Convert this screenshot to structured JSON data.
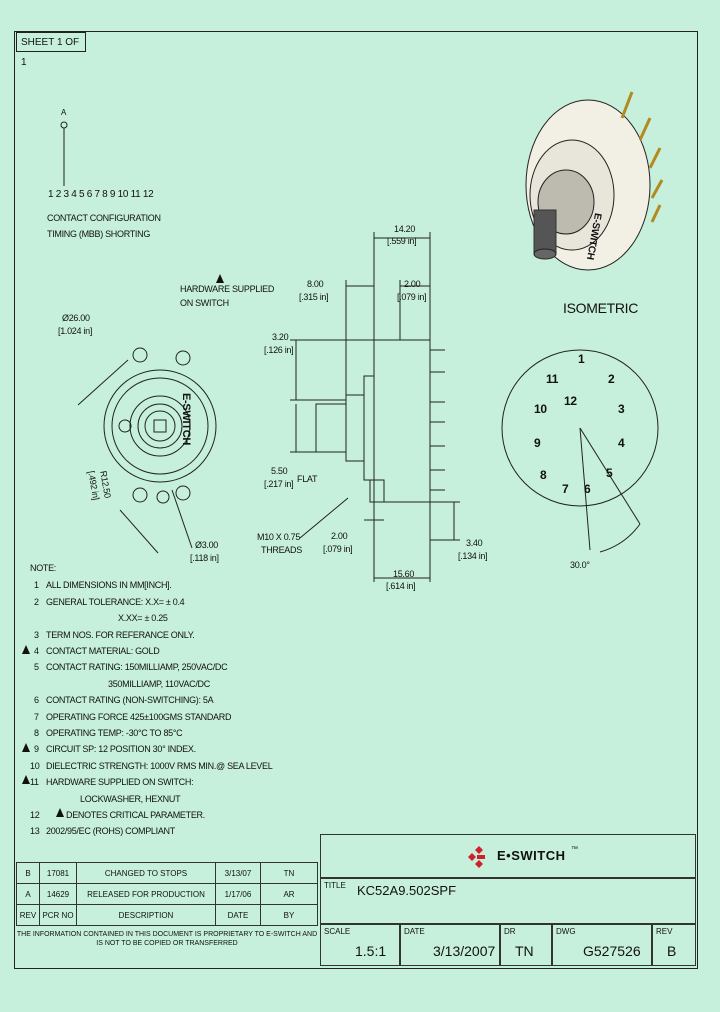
{
  "sheet": "SHEET 1 OF 1",
  "contact_config": {
    "marker": "A",
    "pins": "1 2 3 4 5 6 7 8 9 10 11 12",
    "line1": "CONTACT CONFIGURATION",
    "line2": "TIMING (MBB) SHORTING"
  },
  "front_view": {
    "diameter": "Ø26.00",
    "diameter_in": "[1.024 in]",
    "radius": "R12.50",
    "radius_in": "[.492 in]",
    "hole": "Ø3.00",
    "hole_in": "[.118 in]",
    "hw_note_1": "HARDWARE SUPPLIED",
    "hw_note_2": "ON SWITCH",
    "logo_text": "E-SWITCH"
  },
  "side_view": {
    "d1": "14.20",
    "d1_in": "[.559 in]",
    "d2": "8.00",
    "d2_in": "[.315 in]",
    "d3": "2.00",
    "d3_in": "[.079 in]",
    "d4": "3.20",
    "d4_in": "[.126 in]",
    "d5": "5.50",
    "d5_in": "[.217 in]",
    "d5_note": "FLAT",
    "thread1": "M10 X 0.75",
    "thread2": "THREADS",
    "d6": "2.00",
    "d6_in": "[.079 in]",
    "d7": "15.60",
    "d7_in": "[.614 in]",
    "d8": "3.40",
    "d8_in": "[.134 in]"
  },
  "isometric": "ISOMETRIC",
  "pin_labels": [
    "1",
    "2",
    "3",
    "4",
    "5",
    "6",
    "7",
    "8",
    "9",
    "10",
    "11",
    "12"
  ],
  "angle": "30.0°",
  "notes": {
    "title": "NOTE:",
    "items": [
      {
        "n": "1",
        "text": "ALL DIMENSIONS IN MM[INCH]."
      },
      {
        "n": "2",
        "text": "GENERAL TOLERANCE: X.X= ± 0.4"
      },
      {
        "n": "",
        "text": "X.XX= ± 0.25"
      },
      {
        "n": "3",
        "text": "TERM NOS. FOR REFERANCE ONLY."
      },
      {
        "n": "4",
        "text": "CONTACT MATERIAL: GOLD",
        "flag": true
      },
      {
        "n": "5",
        "text": "CONTACT RATING: 150MILLIAMP, 250VAC/DC"
      },
      {
        "n": "",
        "text": "350MILLIAMP, 110VAC/DC"
      },
      {
        "n": "6",
        "text": "CONTACT RATING (NON-SWITCHING): 5A"
      },
      {
        "n": "7",
        "text": "OPERATING FORCE 425±100GMS STANDARD"
      },
      {
        "n": "8",
        "text": "OPERATING TEMP: -30°C TO 85°C"
      },
      {
        "n": "9",
        "text": "CIRCUIT SP: 12 POSITION 30° INDEX.",
        "flag": true
      },
      {
        "n": "10",
        "text": "DIELECTRIC STRENGTH: 1000V RMS MIN.@ SEA LEVEL"
      },
      {
        "n": "11",
        "text": "HARDWARE SUPPLIED ON SWITCH:",
        "flag": true
      },
      {
        "n": "",
        "text": "LOCKWASHER, HEXNUT"
      },
      {
        "n": "12",
        "text": "DENOTES CRITICAL PARAMETER.",
        "flag": true
      },
      {
        "n": "13",
        "text": "2002/95/EC (ROHS) COMPLIANT"
      }
    ]
  },
  "revisions": {
    "rows": [
      {
        "rev": "B",
        "pcr": "17081",
        "desc": "CHANGED TO STOPS",
        "date": "3/13/07",
        "by": "TN"
      },
      {
        "rev": "A",
        "pcr": "14629",
        "desc": "RELEASED FOR PRODUCTION",
        "date": "1/17/06",
        "by": "AR"
      }
    ],
    "headers": {
      "rev": "REV",
      "pcr": "PCR NO",
      "desc": "DESCRIPTION",
      "date": "DATE",
      "by": "BY"
    }
  },
  "disclaimer": "THE INFORMATION CONTAINED IN THIS DOCUMENT IS PROPRIETARY TO E-SWITCH AND IS NOT TO BE COPIED OR TRANSFERRED",
  "brand": {
    "name": "E•SWITCH",
    "tm": "™",
    "color": "#d0202a"
  },
  "title_block": {
    "title_label": "TITLE",
    "title": "KC52A9.502SPF",
    "scale_label": "SCALE",
    "scale": "1.5:1",
    "date_label": "DATE",
    "date": "3/13/2007",
    "dr_label": "DR",
    "dr": "TN",
    "dwg_label": "DWG",
    "dwg": "G527526",
    "rev_label": "REV",
    "rev": "B"
  }
}
